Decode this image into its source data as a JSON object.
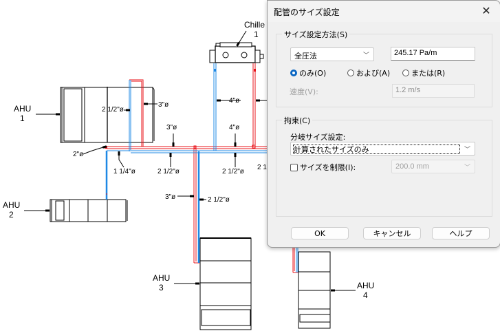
{
  "drawing": {
    "equipment": [
      {
        "id": "chiller-1",
        "tag": "Chille",
        "number": "1"
      },
      {
        "id": "ahu-1",
        "tag": "AHU",
        "number": "1"
      },
      {
        "id": "ahu-2",
        "tag": "AHU",
        "number": "2"
      },
      {
        "id": "ahu-3",
        "tag": "AHU",
        "number": "3"
      },
      {
        "id": "ahu-4",
        "tag": "AHU",
        "number": "4"
      }
    ],
    "pipe_size_labels": {
      "ahu1_riser": "2 1/2\"ø",
      "ahu1_supply": "3\"ø",
      "ahu1_branch": "2\"ø",
      "ahu2_branch": "1 1/4\"ø",
      "main_supply_1": "3\"ø",
      "main_return_1": "2 1/2\"ø",
      "chiller_riser": "4\"ø",
      "main_supply_2": "4\"ø",
      "main_return_2": "2 1/2\"ø",
      "main_return_3": "2 1",
      "ahu3_supply": "3\"ø",
      "ahu3_return": "2 1/2\"ø"
    },
    "colors": {
      "supply": "#e8141b",
      "return": "#1e88e5",
      "linework": "#000000"
    }
  },
  "dialog": {
    "title": "配管のサイズ設定",
    "close_label": "✕",
    "sizing_group": {
      "legend": "サイズ設定方法(S)",
      "method_selected": "全圧法",
      "pressure_value": "245.17 Pa/m",
      "radios": [
        {
          "label": "のみ(O)",
          "checked": true
        },
        {
          "label": "および(A)",
          "checked": false
        },
        {
          "label": "または(R)",
          "checked": false
        }
      ],
      "velocity_label": "速度(V):",
      "velocity_value": "1.2 m/s"
    },
    "constraint_group": {
      "legend": "拘束(C)",
      "branch_label": "分岐サイズ設定:",
      "branch_selected": "計算されたサイズのみ",
      "limit_label": "サイズを制限(I):",
      "limit_checked": false,
      "limit_value": "200.0 mm"
    },
    "buttons": {
      "ok": "OK",
      "cancel": "キャンセル",
      "help": "ヘルプ"
    }
  }
}
